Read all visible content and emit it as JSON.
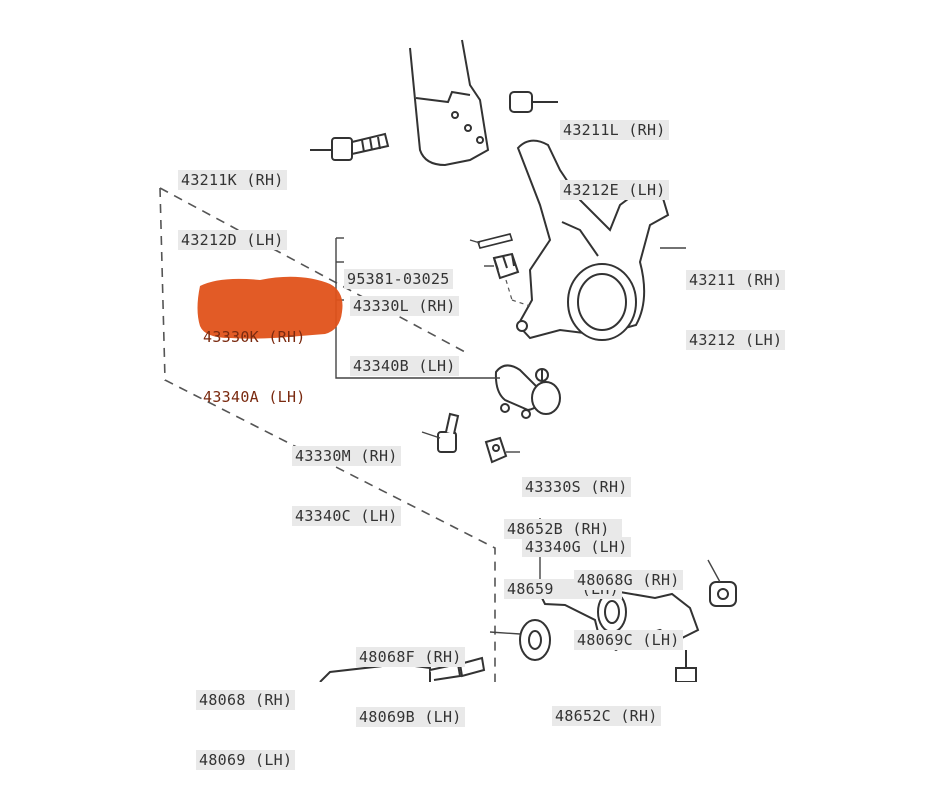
{
  "diagram": {
    "labels": [
      {
        "id": "43211L",
        "lines": [
          "43211L (RH)",
          "43212E (LH)"
        ]
      },
      {
        "id": "43211K",
        "lines": [
          "43211K (RH)",
          "43212D (LH)"
        ]
      },
      {
        "id": "95381",
        "lines": [
          "95381-03025"
        ]
      },
      {
        "id": "43330L",
        "lines": [
          "43330L (RH)",
          "43340B (LH)"
        ]
      },
      {
        "id": "43211",
        "lines": [
          "43211 (RH)",
          "43212 (LH)"
        ]
      },
      {
        "id": "43330K",
        "lines": [
          "43330K (RH)",
          "43340A (LH)"
        ]
      },
      {
        "id": "43330M",
        "lines": [
          "43330M (RH)",
          "43340C (LH)"
        ]
      },
      {
        "id": "43330S",
        "lines": [
          "43330S (RH)",
          "43340G (LH)"
        ]
      },
      {
        "id": "48652B",
        "lines": [
          "48652B (RH)",
          "48659   (LH)"
        ]
      },
      {
        "id": "48068G",
        "lines": [
          "48068G (RH)",
          "48069C (LH)"
        ]
      },
      {
        "id": "48068F",
        "lines": [
          "48068F (RH)",
          "48069B (LH)"
        ]
      },
      {
        "id": "48068",
        "lines": [
          "48068 (RH)",
          "48069 (LH)"
        ]
      },
      {
        "id": "48652C",
        "lines": [
          "48652C (RH)"
        ]
      }
    ],
    "highlight_color": "#e0521a",
    "line_color": "#444444"
  }
}
